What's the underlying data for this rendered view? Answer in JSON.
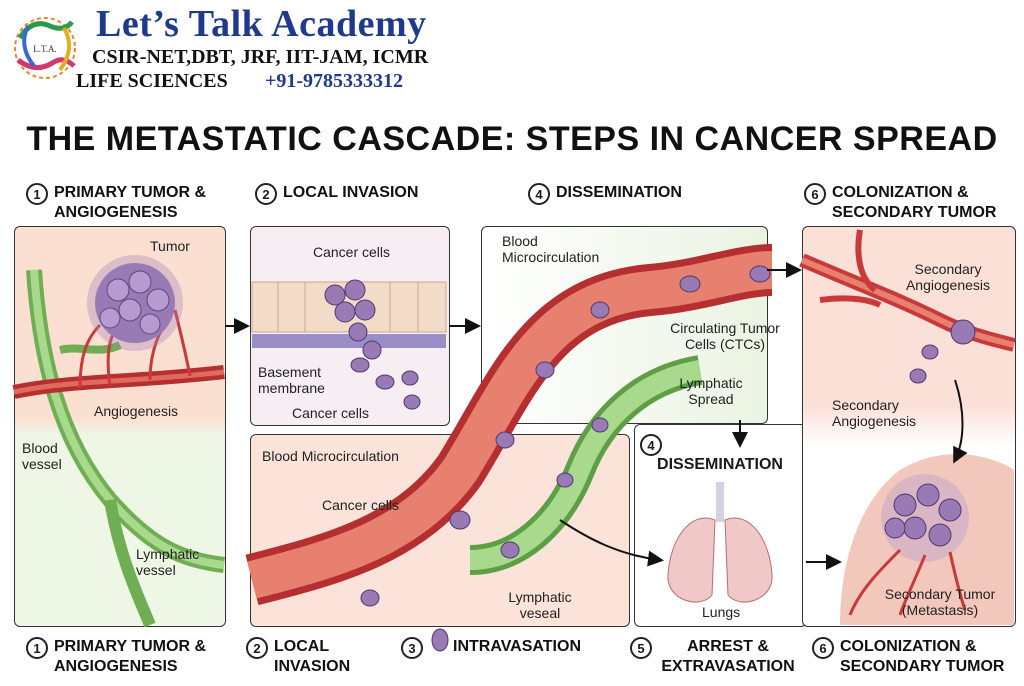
{
  "logo": {
    "name": "Let’s Talk Academy",
    "line1": "CSIR-NET,DBT, JRF, IIT-JAM, ICMR",
    "line2_label": "LIFE SCIENCES",
    "line2_phone": "+91-9785333312",
    "emblem_text": "L.T.A."
  },
  "title": "THE METASTATIC CASCADE: STEPS IN CANCER SPREAD",
  "top_steps": [
    {
      "num": "1",
      "text": "PRIMARY TUMOR & ANGIOGENESIS"
    },
    {
      "num": "2",
      "text": "LOCAL INVASION"
    },
    {
      "num": "4",
      "text": "DISSEMINATION"
    },
    {
      "num": "6",
      "text": "COLONIZATION & SECONDARY TUMOR"
    }
  ],
  "bottom_steps": [
    {
      "num": "1",
      "text": "PRIMARY TUMOR & ANGIOGENESIS"
    },
    {
      "num": "2",
      "text": "LOCAL INVASION"
    },
    {
      "num": "3",
      "text": "INTRAVASATION"
    },
    {
      "num": "5",
      "text": "ARREST & EXTRAVASATION"
    },
    {
      "num": "6",
      "text": "COLONIZATION & SECONDARY TUMOR"
    }
  ],
  "labels": {
    "tumor": "Tumor",
    "angiogenesis": "Angiogenesis",
    "blood_vessel": "Blood vessel",
    "lymphatic_vessel": "Lymphatic vessel",
    "cancer_cells_top": "Cancer cells",
    "basement_membrane": "Basement membrane",
    "cancer_cells_bottom": "Cancer cells",
    "blood_microcirculation": "Blood Microcirculation",
    "ctcs": "Circulating Tumor Cells (CTCs)",
    "lymphatic_spread": "Lymphatic Spread",
    "blood_microcirculation_2": "Blood Microcirculation",
    "cancer_cells_vessel": "Cancer cells",
    "lymphatic_veseal": "Lymphatic veseal",
    "dissemination_box_num": "4",
    "dissemination_box": "DISSEMINATION",
    "lungs": "Lungs",
    "secondary_angiogenesis_1": "Secondary Angiogenesis",
    "secondary_angiogenesis_2": "Secondary Angiogenesis",
    "secondary_tumor": "Secondary Tumor (Metastasis)"
  },
  "colors": {
    "brand_blue": "#1f3a8c",
    "blood": "#c8393a",
    "lymph": "#7cbf5c",
    "cell": "#8e74b8",
    "tissue": "#f6d3c4"
  }
}
